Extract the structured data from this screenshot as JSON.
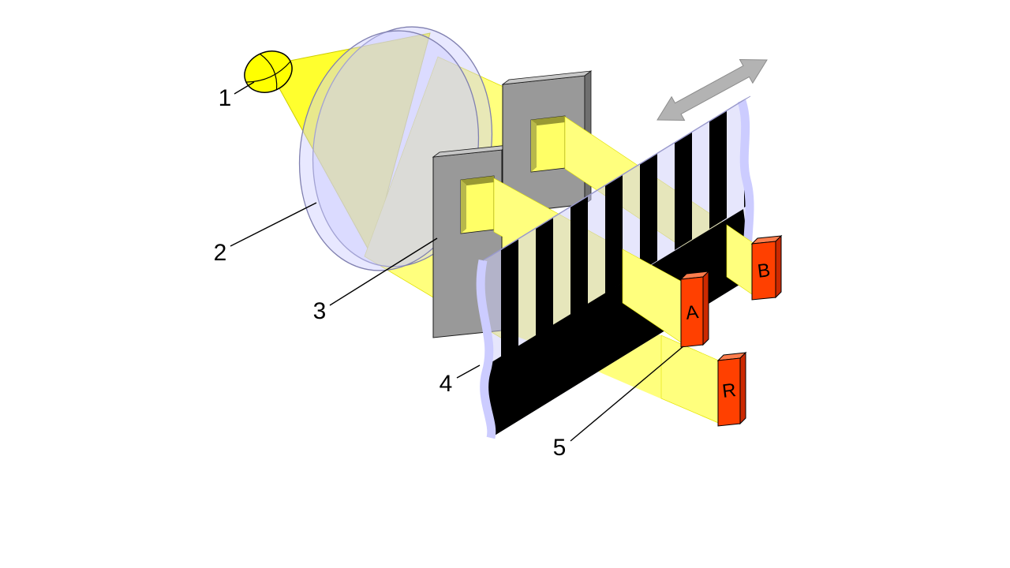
{
  "figure": {
    "callouts": [
      {
        "id": "light-source",
        "label": "1"
      },
      {
        "id": "condenser-lens",
        "label": "2"
      },
      {
        "id": "scanning-mask",
        "label": "3"
      },
      {
        "id": "code-scale",
        "label": "4"
      },
      {
        "id": "photodetector",
        "label": "5"
      }
    ],
    "detectors": [
      {
        "id": "detector-a",
        "label": "A"
      },
      {
        "id": "detector-b",
        "label": "B"
      },
      {
        "id": "detector-r",
        "label": "R"
      }
    ],
    "colors": {
      "light_yellow": "#FFFF00",
      "cone_yellow": "#FFFF2E",
      "beam_yellow": "#FFFF7D",
      "glass_lavender": "#CCCCFF",
      "mask_gray": "#999999",
      "stripe_black": "#000000",
      "detector_orange": "#FF4000",
      "arrow_gray": "#B3B3B3",
      "background": "#FFFFFF"
    }
  }
}
